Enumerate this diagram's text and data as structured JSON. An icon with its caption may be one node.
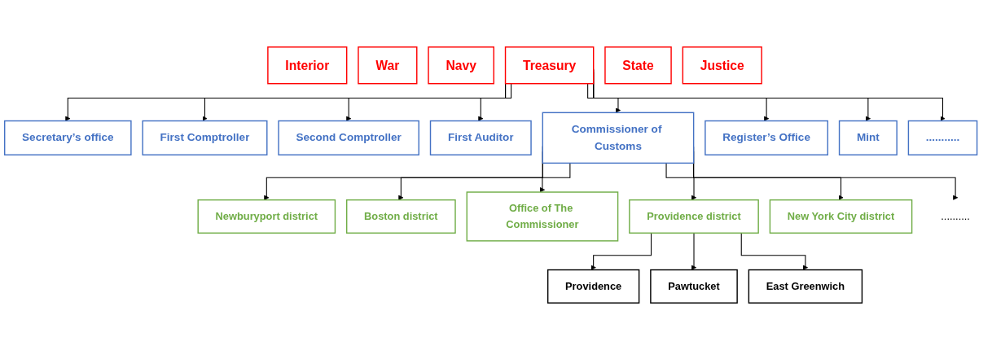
{
  "diagram": {
    "nodes": [
      {
        "text": [
          "Interior"
        ]
      },
      {
        "text": [
          "War"
        ]
      },
      {
        "text": [
          "Navy"
        ]
      },
      {
        "text": [
          "Treasury"
        ]
      },
      {
        "text": [
          "State"
        ]
      },
      {
        "text": [
          "Justice"
        ]
      },
      {
        "text": [
          "Secretary’s office"
        ]
      },
      {
        "text": [
          "First Comptroller"
        ]
      },
      {
        "text": [
          "Second Comptroller"
        ]
      },
      {
        "text": [
          "First Auditor"
        ]
      },
      {
        "text": [
          "Commissioner of Customs"
        ]
      },
      {
        "text": [
          "Register’s Office"
        ]
      },
      {
        "text": [
          "Mint"
        ]
      },
      {
        "text": [
          "..........."
        ]
      },
      {
        "text": [
          "Newburyport district"
        ]
      },
      {
        "text": [
          "Boston district"
        ]
      },
      {
        "text": [
          "Office of The Commissioner"
        ]
      },
      {
        "text": [
          "Providence district"
        ]
      },
      {
        "text": [
          "New York City district"
        ]
      },
      {
        "text": [
          ".........."
        ]
      },
      {
        "text": [
          "Providence"
        ]
      },
      {
        "text": [
          "Pawtucket"
        ]
      },
      {
        "text": [
          "East Greenwich"
        ]
      }
    ],
    "edges": [
      {
        "from": 3,
        "to": 6,
        "arrow": "to"
      },
      {
        "from": 3,
        "to": 7,
        "arrow": "to"
      },
      {
        "from": 3,
        "to": 8,
        "arrow": "to"
      },
      {
        "from": 3,
        "to": 9,
        "arrow": "to"
      },
      {
        "from": 3,
        "to": 10,
        "arrow": "to"
      },
      {
        "from": 3,
        "to": 11,
        "arrow": "to"
      },
      {
        "from": 3,
        "to": 12,
        "arrow": "to"
      },
      {
        "from": 3,
        "to": 13,
        "arrow": "to"
      },
      {
        "from": 10,
        "to": 14,
        "arrow": "to"
      },
      {
        "from": 10,
        "to": 15,
        "arrow": "to"
      },
      {
        "from": 10,
        "to": 16,
        "arrow": "to"
      },
      {
        "from": 10,
        "to": 17,
        "arrow": "to"
      },
      {
        "from": 10,
        "to": 18,
        "arrow": "to"
      },
      {
        "from": 10,
        "to": 19,
        "arrow": "to"
      },
      {
        "from": 17,
        "to": 20,
        "arrow": "to"
      },
      {
        "from": 17,
        "to": 21,
        "arrow": "to"
      },
      {
        "from": 17,
        "to": 22,
        "arrow": "to"
      }
    ]
  }
}
